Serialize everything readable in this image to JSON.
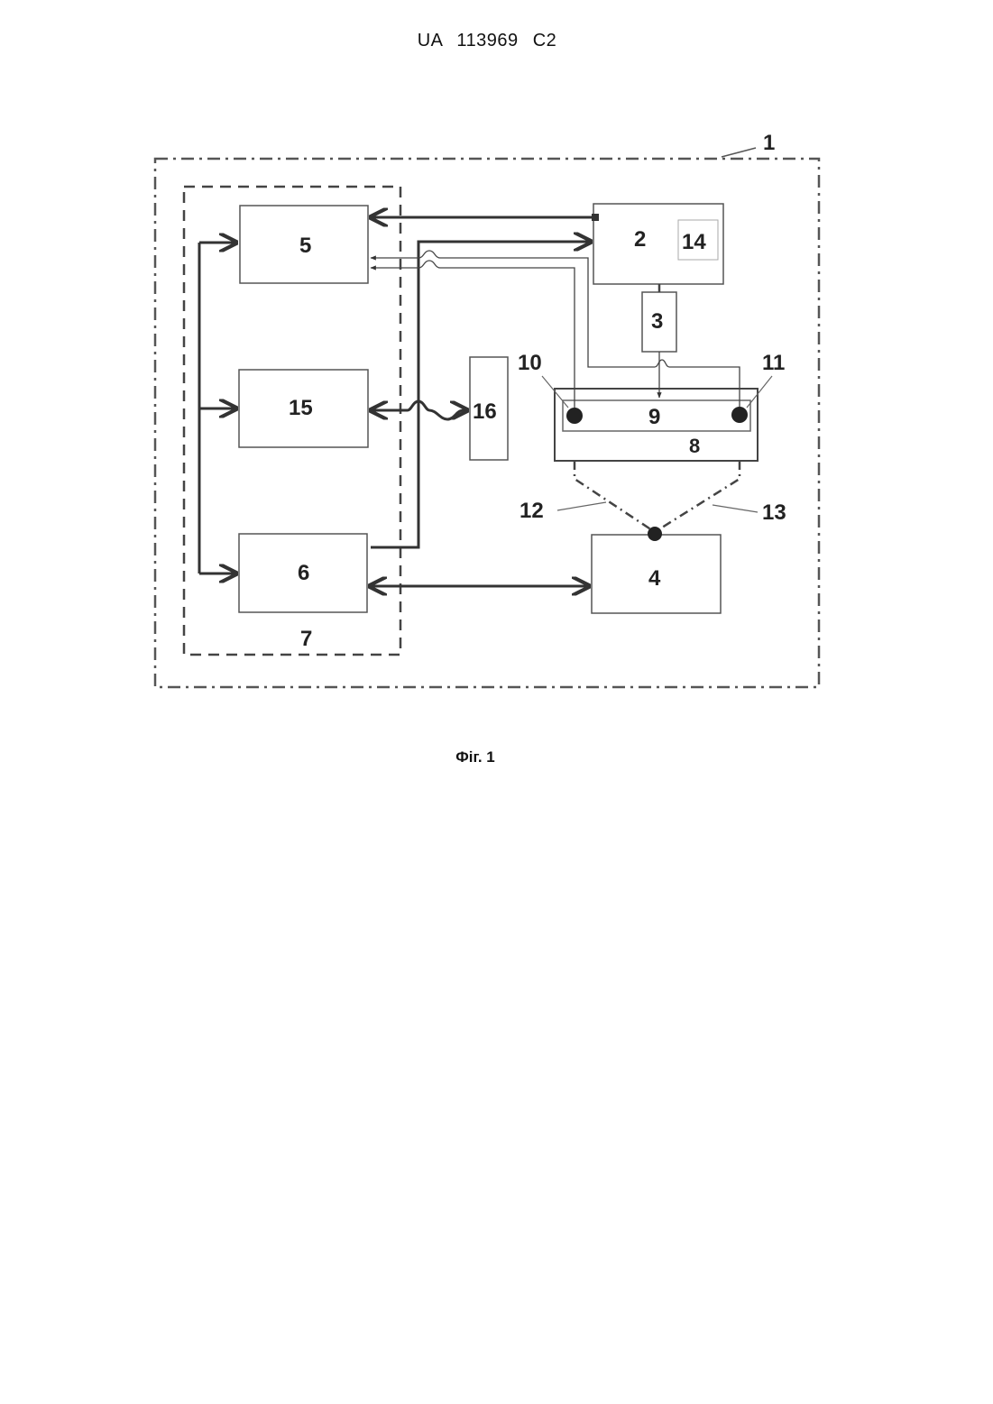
{
  "header": {
    "patent_number": "UA   113969   C2"
  },
  "figure": {
    "caption": "Фіг. 1",
    "labels": {
      "n1": "1",
      "n2": "2",
      "n3": "3",
      "n4": "4",
      "n5": "5",
      "n6": "6",
      "n7": "7",
      "n8": "8",
      "n9": "9",
      "n10": "10",
      "n11": "11",
      "n12": "12",
      "n13": "13",
      "n14": "14",
      "n15": "15",
      "n16": "16"
    }
  }
}
